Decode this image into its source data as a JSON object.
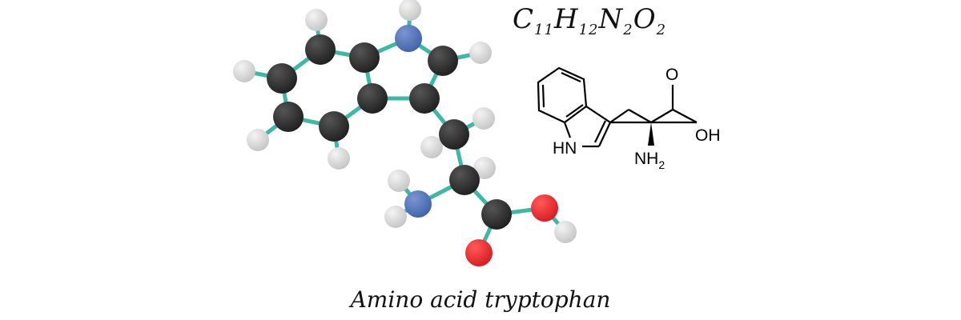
{
  "formula": {
    "C": "C",
    "C_count": "11",
    "H": "H",
    "H_count": "12",
    "N": "N",
    "N_count": "2",
    "O": "O",
    "O_count": "2"
  },
  "structure_labels": {
    "carbonyl_o": "O",
    "hydroxyl": "OH",
    "ring_nh": "HN",
    "amine": "NH",
    "amine_sub": "2"
  },
  "caption": "Amino acid tryptophan",
  "colors": {
    "carbon": "#2b2b2b",
    "hydrogen": "#d9d9d9",
    "nitrogen": "#5577bb",
    "oxygen": "#e8262b",
    "bond": "#3cb8a4"
  }
}
